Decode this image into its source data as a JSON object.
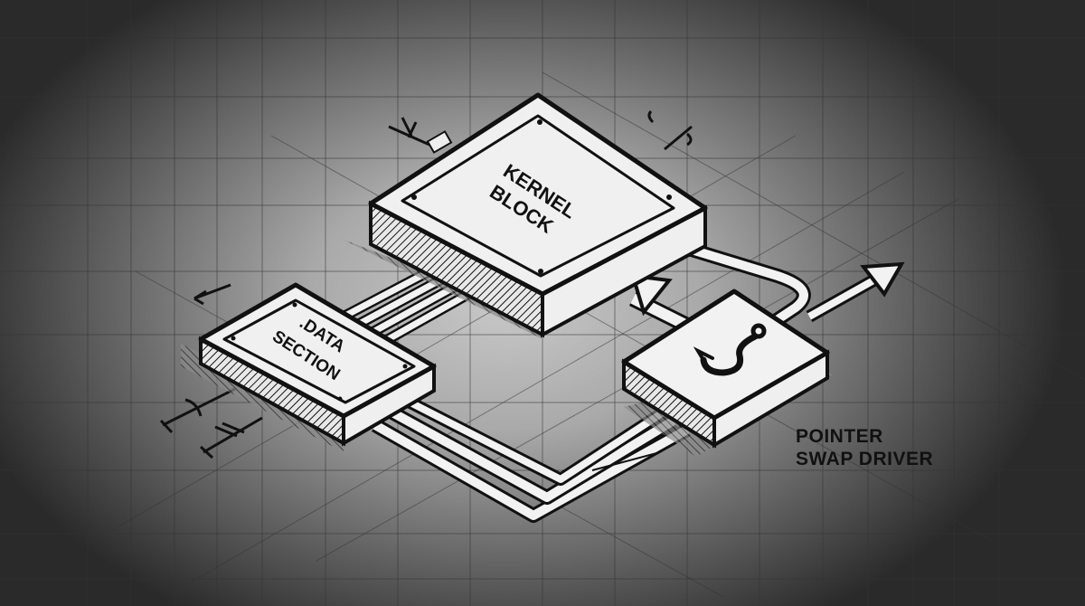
{
  "diagram": {
    "style": "isometric technical blueprint, grayscale",
    "nodes": [
      {
        "id": "kernel",
        "label_line1": "KERNEL",
        "label_line2": "BLOCK"
      },
      {
        "id": "data",
        "label_line1": ".DATA",
        "label_line2": "SECTION"
      },
      {
        "id": "driver",
        "label_line1": "POINTER",
        "label_line2": "SWAP DRIVER",
        "icon": "hook-icon"
      }
    ],
    "edges": [
      {
        "from": "data",
        "to": "kernel",
        "type": "parallel-bus"
      },
      {
        "from": "data",
        "to": "driver",
        "type": "routed-pipes"
      },
      {
        "from": "driver",
        "to": "kernel",
        "type": "arrow"
      },
      {
        "from": "kernel",
        "to": "driver",
        "type": "loop-pipe"
      },
      {
        "from": "driver",
        "to": "outside",
        "type": "arrow-out"
      }
    ],
    "colors": {
      "paper": "#c9c9c9",
      "ink": "#111111",
      "block_face": "#efefef",
      "vignette": "#1a1a1a"
    }
  }
}
